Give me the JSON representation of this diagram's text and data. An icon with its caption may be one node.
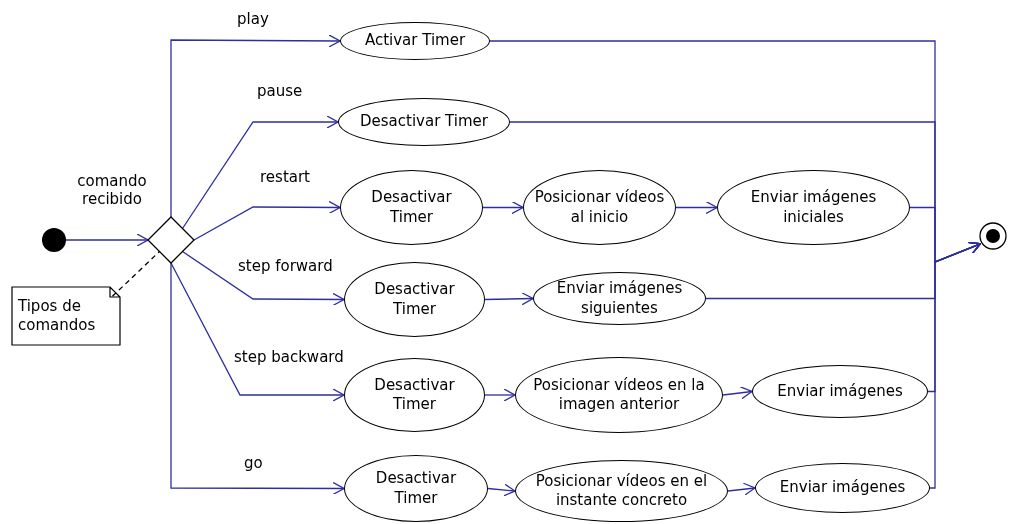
{
  "diagram": {
    "nodes": [
      {
        "text": [],
        "shape": "circle"
      },
      {
        "text": [],
        "shape": "diamond"
      },
      {
        "text": [
          "Tipos de comandos"
        ]
      },
      {
        "text": [
          "Activar Timer"
        ]
      },
      {
        "text": [
          "Desactivar Timer"
        ]
      },
      {
        "text": [
          "Desactivar Timer"
        ]
      },
      {
        "text": [
          "Posicionar vídeos al inicio"
        ]
      },
      {
        "text": [
          "Enviar imágenes iniciales"
        ]
      },
      {
        "text": [
          "Desactivar Timer"
        ]
      },
      {
        "text": [
          "Enviar imágenes siguientes"
        ]
      },
      {
        "text": [
          "Desactivar Timer"
        ]
      },
      {
        "text": [
          "Posicionar vídeos en la imagen anterior"
        ]
      },
      {
        "text": [
          "Enviar imágenes"
        ]
      },
      {
        "text": [
          "Desactivar Timer"
        ]
      },
      {
        "text": [
          "Posicionar vídeos en el instante concreto"
        ]
      },
      {
        "text": [
          "Enviar imágenes"
        ]
      },
      {
        "text": [],
        "shape": "circle"
      }
    ],
    "edges": [
      {
        "from": 0,
        "to": 1,
        "arrow": "to",
        "label": "comando recibido"
      },
      {
        "from": 1,
        "to": 3,
        "arrow": "to",
        "label": "play"
      },
      {
        "from": 1,
        "to": 4,
        "arrow": "to",
        "label": "pause"
      },
      {
        "from": 1,
        "to": 5,
        "arrow": "to",
        "label": "restart"
      },
      {
        "from": 1,
        "to": 8,
        "arrow": "to",
        "label": "step forward"
      },
      {
        "from": 1,
        "to": 10,
        "arrow": "to",
        "label": "step backward"
      },
      {
        "from": 1,
        "to": 13,
        "arrow": "to",
        "label": "go"
      },
      {
        "from": 2,
        "to": 1,
        "arrow": "none",
        "style": "dashed",
        "color": "#000000"
      },
      {
        "from": 5,
        "to": 6,
        "arrow": "to"
      },
      {
        "from": 6,
        "to": 7,
        "arrow": "to"
      },
      {
        "from": 8,
        "to": 9,
        "arrow": "to"
      },
      {
        "from": 10,
        "to": 11,
        "arrow": "to"
      },
      {
        "from": 11,
        "to": 12,
        "arrow": "to"
      },
      {
        "from": 13,
        "to": 14,
        "arrow": "to"
      },
      {
        "from": 14,
        "to": 15,
        "arrow": "to"
      },
      {
        "from": 3,
        "to": 16,
        "arrow": "to"
      },
      {
        "from": 4,
        "to": 16,
        "arrow": "to"
      },
      {
        "from": 7,
        "to": 16,
        "arrow": "to"
      },
      {
        "from": 9,
        "to": 16,
        "arrow": "to"
      },
      {
        "from": 12,
        "to": 16,
        "arrow": "to"
      },
      {
        "from": 15,
        "to": 16,
        "arrow": "to"
      }
    ]
  }
}
